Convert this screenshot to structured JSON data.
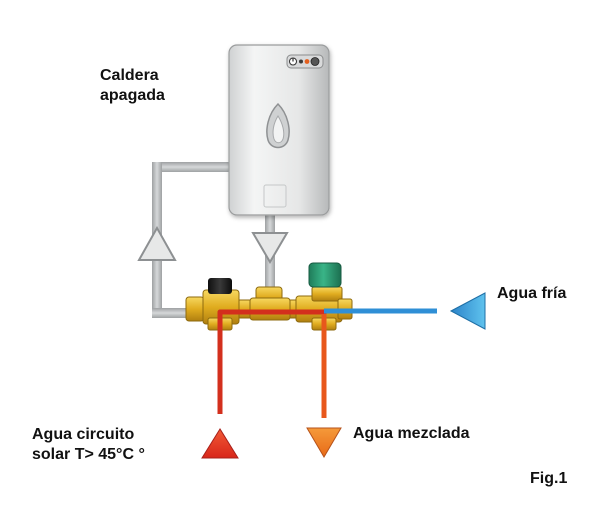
{
  "labels": {
    "boiler_line1": "Caldera",
    "boiler_line2": "apagada",
    "cold_water": "Agua fría",
    "solar_line1": "Agua circuito",
    "solar_line2": "solar T> 45°C °",
    "mixed_water": "Agua mezclada",
    "figure": "Fig.1"
  },
  "colors": {
    "hot_pipe": "#d32f1d",
    "cold_pipe": "#2f8fd6",
    "mixed_arrow": "#ef7a1e",
    "hot_arrow": "#e8321f",
    "cold_arrow": "#2e9fd9",
    "brass": "#e3b226",
    "green_valve_cap": "#2a9e74",
    "gray_pipe": "#b9bcbe",
    "boiler_body": "#e9eaea"
  },
  "icons": {
    "boiler": "boiler-icon",
    "flame": "flame-icon",
    "mixing_valve": "mixing-valve-icon"
  }
}
